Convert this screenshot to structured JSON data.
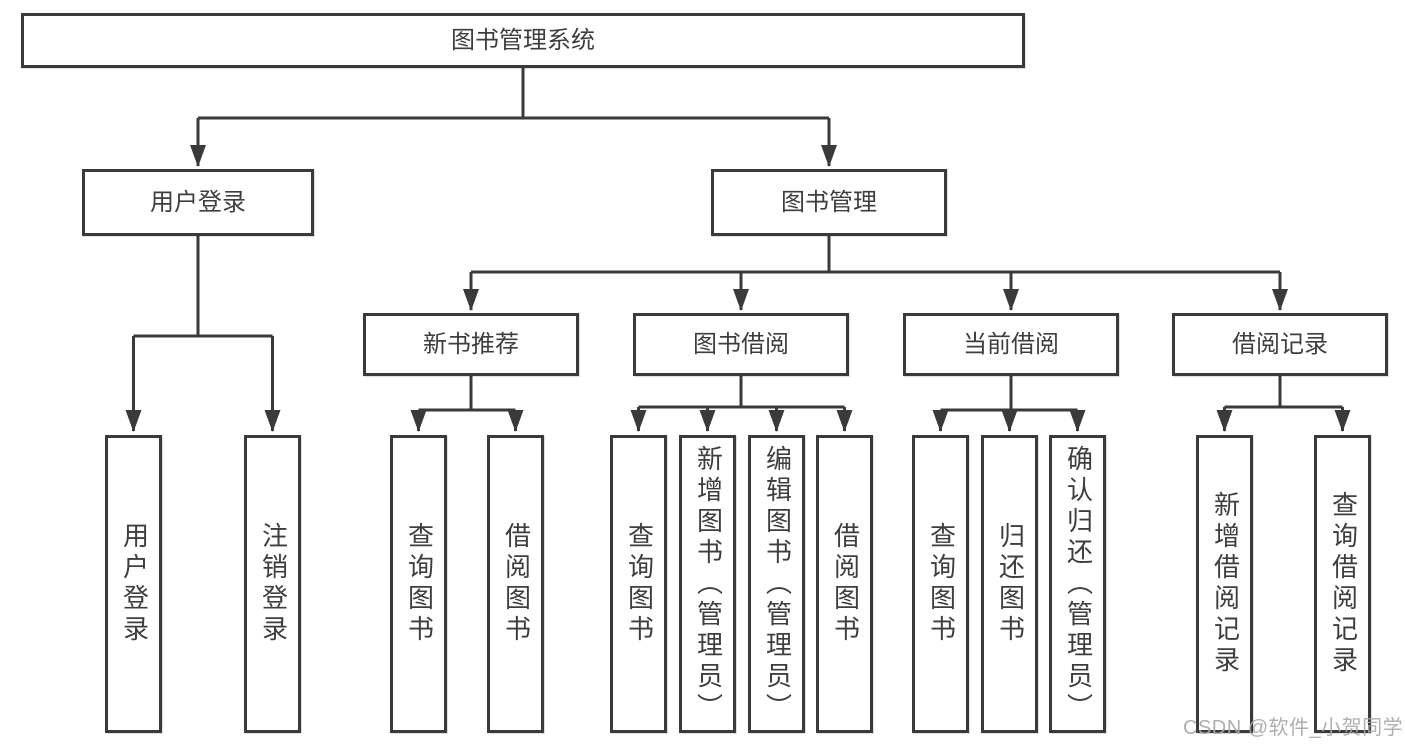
{
  "diagram": {
    "root": {
      "label": "图书管理系统"
    },
    "level2": [
      {
        "label": "用户登录"
      },
      {
        "label": "图书管理"
      }
    ],
    "level3": [
      {
        "label": "新书推荐"
      },
      {
        "label": "图书借阅"
      },
      {
        "label": "当前借阅"
      },
      {
        "label": "借阅记录"
      }
    ],
    "leaves": {
      "user": [
        {
          "label": "用户登录"
        },
        {
          "label": "注销登录"
        }
      ],
      "recommend": [
        {
          "label": "查询图书"
        },
        {
          "label": "借阅图书"
        }
      ],
      "borrow": [
        {
          "label": "查询图书"
        },
        {
          "label": "新增图书（管理员）"
        },
        {
          "label": "编辑图书（管理员）"
        },
        {
          "label": "借阅图书"
        }
      ],
      "current": [
        {
          "label": "查询图书"
        },
        {
          "label": "归还图书"
        },
        {
          "label": "确认归还（管理员）"
        }
      ],
      "records": [
        {
          "label": "新增借阅记录"
        },
        {
          "label": "查询借阅记录"
        }
      ]
    },
    "watermark": "CSDN @软件_小贺同学",
    "colors": {
      "line": "#3a3a3a",
      "text": "#3e3e3e",
      "watermark": "#a8a8a8"
    }
  }
}
